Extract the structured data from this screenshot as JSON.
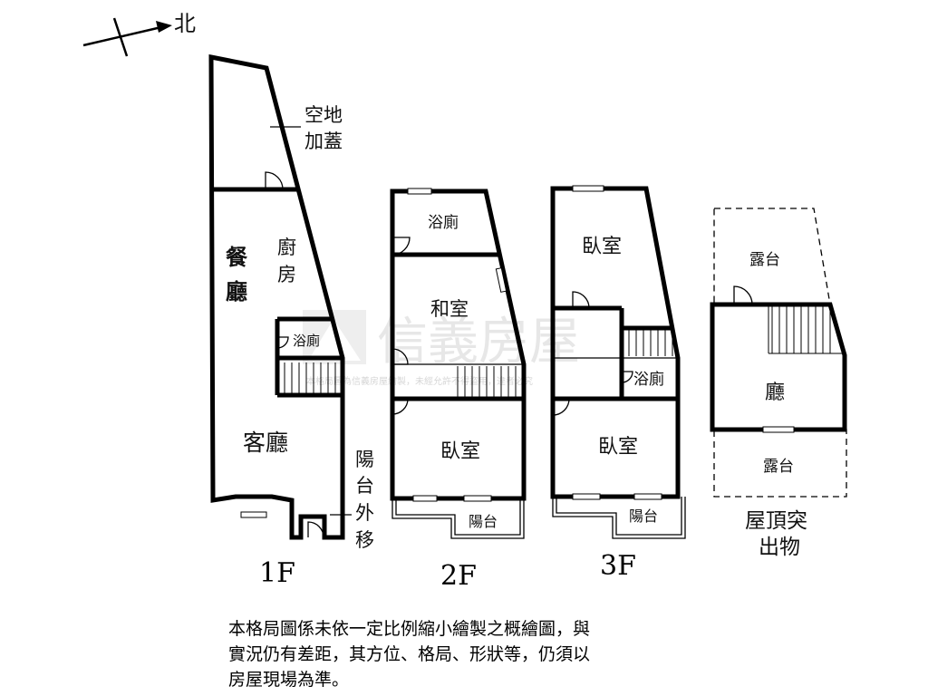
{
  "compass": {
    "label": "北"
  },
  "floors": [
    {
      "id": "1F",
      "label": "1F",
      "rooms": [
        "空地",
        "加蓋",
        "廚",
        "房",
        "餐",
        "廳",
        "浴廁",
        "客廳",
        "陽",
        "台",
        "外",
        "移"
      ]
    },
    {
      "id": "2F",
      "label": "2F",
      "rooms": [
        "浴廁",
        "和室",
        "臥室",
        "陽台"
      ]
    },
    {
      "id": "3F",
      "label": "3F",
      "rooms": [
        "臥室",
        "浴廁",
        "臥室",
        "陽台"
      ]
    },
    {
      "id": "roof",
      "label_lines": [
        "屋頂突",
        "出物"
      ],
      "rooms": [
        "露台",
        "廳",
        "露台"
      ]
    }
  ],
  "watermark": {
    "brand": "信義房屋",
    "subtext": "本格局圖為信義房屋繪製，未經允許不得盜用，違者必究"
  },
  "notice": {
    "lines": [
      "本格局圖係未依一定比例縮小繪製之概繪圖，與",
      "實況仍有差距，其方位、格局、形狀等，仍須以",
      "房屋現場為準。"
    ]
  }
}
